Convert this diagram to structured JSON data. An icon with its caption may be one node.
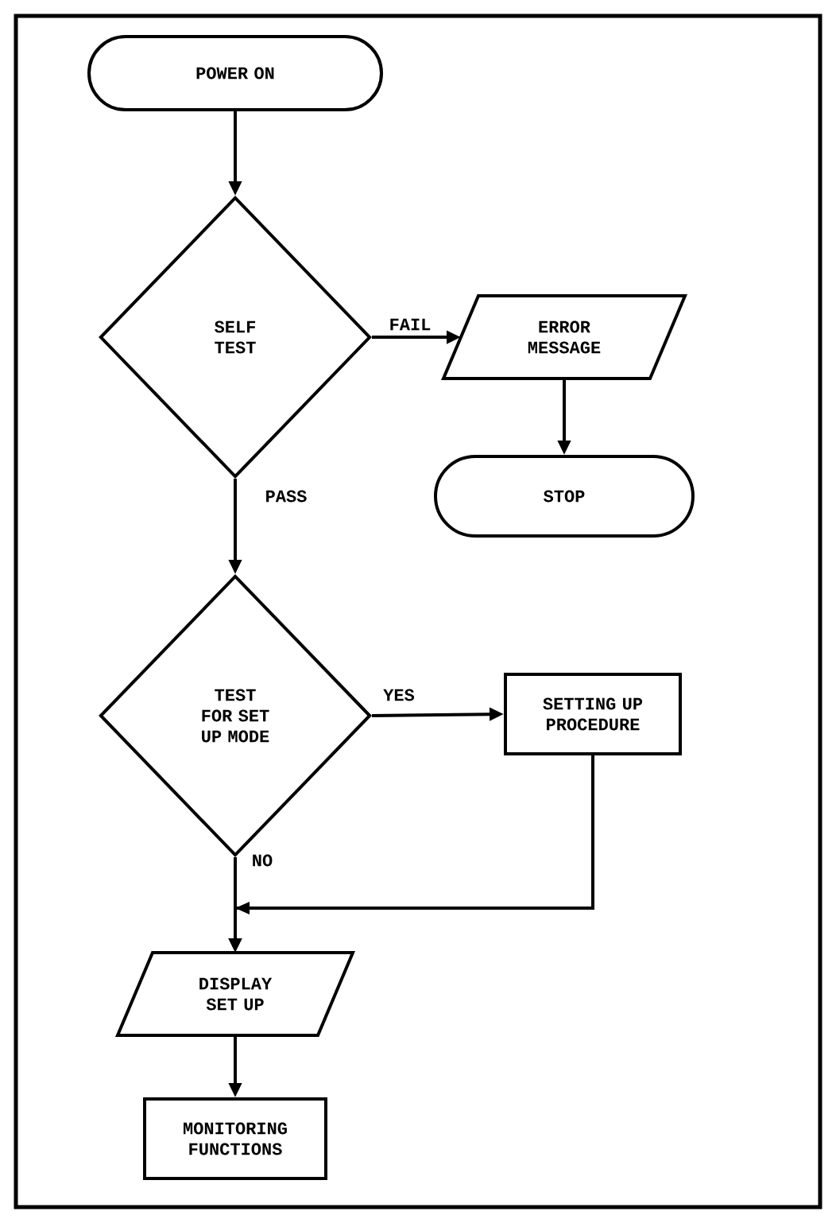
{
  "diagram": {
    "nodes": [
      {
        "text": [
          "POWER ON"
        ]
      },
      {
        "text": [
          "SELF TEST"
        ]
      },
      {
        "text": [
          "ERROR MESSAGE"
        ]
      },
      {
        "text": [
          "STOP"
        ]
      },
      {
        "text": [
          "TEST FOR SET UP MODE"
        ]
      },
      {
        "text": [
          "SETTING UP PROCEDURE"
        ]
      },
      {
        "text": [
          "DISPLAY SET UP"
        ]
      },
      {
        "text": [
          "MONITORING FUNCTIONS"
        ]
      }
    ],
    "edges": [
      {
        "from": 0,
        "to": 1,
        "arrow": "to"
      },
      {
        "from": 1,
        "to": 2,
        "arrow": "to",
        "label": "FAIL"
      },
      {
        "from": 2,
        "to": 3,
        "arrow": "to"
      },
      {
        "from": 1,
        "to": 4,
        "arrow": "to",
        "label": "PASS"
      },
      {
        "from": 4,
        "to": 5,
        "arrow": "to",
        "label": "YES"
      },
      {
        "from": 4,
        "to": 6,
        "arrow": "to",
        "label": "NO"
      },
      {
        "from": 5,
        "to": 6,
        "arrow": "to"
      },
      {
        "from": 6,
        "to": 7,
        "arrow": "to"
      }
    ]
  }
}
